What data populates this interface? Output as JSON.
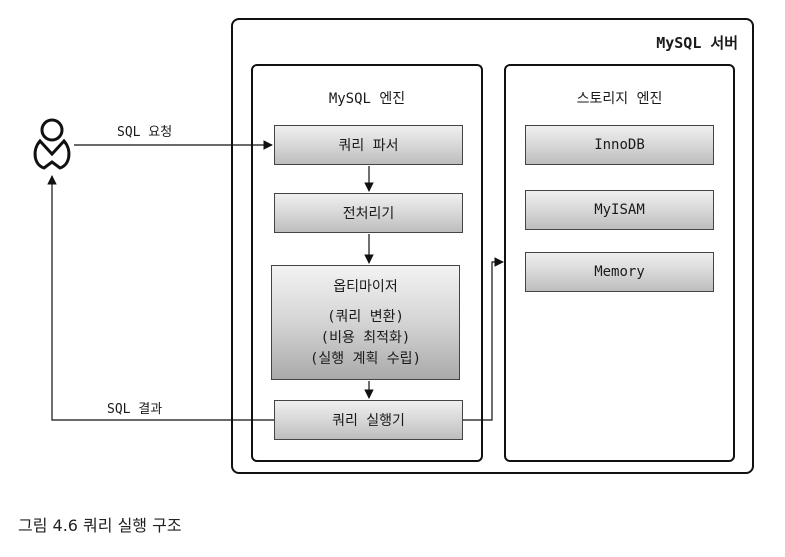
{
  "server": {
    "title": "MySQL 서버"
  },
  "engine": {
    "title": "MySQL 엔진",
    "parser": "쿼리 파서",
    "preprocessor": "전처리기",
    "optimizer": {
      "title": "옵티마이저",
      "lines": [
        "(쿼리 변환)",
        "(비용 최적화)",
        "(실행 계획 수립)"
      ]
    },
    "executor": "쿼리 실행기"
  },
  "storage": {
    "title": "스토리지 엔진",
    "items": [
      "InnoDB",
      "MyISAM",
      "Memory"
    ]
  },
  "client": {
    "request_label": "SQL 요청",
    "result_label": "SQL 결과",
    "icon": "user-icon"
  },
  "caption": "그림 4.6 쿼리 실행 구조"
}
